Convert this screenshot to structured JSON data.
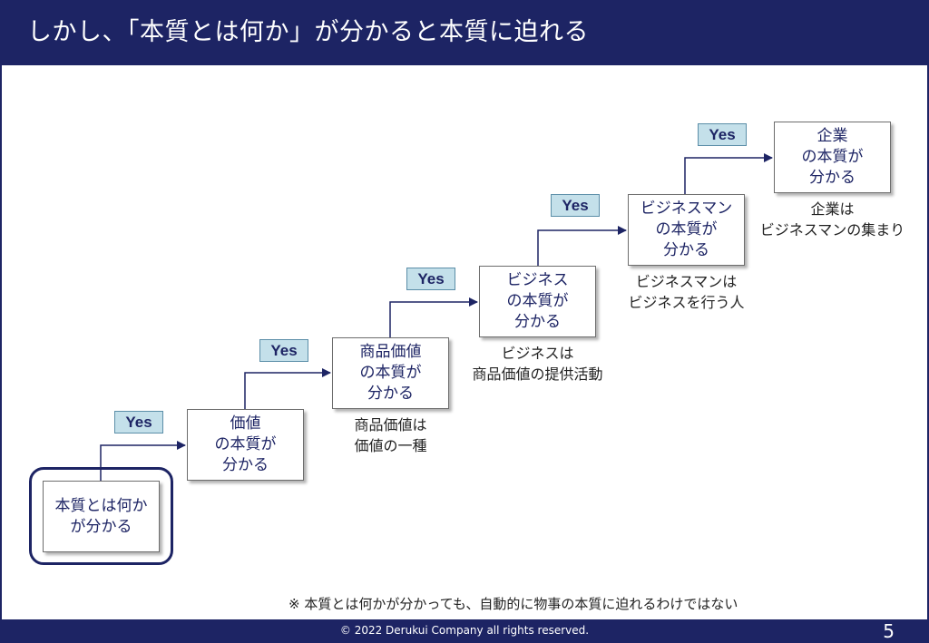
{
  "header": {
    "title": "しかし、「本質とは何か」が分かると本質に迫れる"
  },
  "steps": [
    {
      "lines": [
        "本質とは何か",
        "が分かる"
      ]
    },
    {
      "lines": [
        "価値",
        "の本質が",
        "分かる"
      ]
    },
    {
      "lines": [
        "商品価値",
        "の本質が",
        "分かる"
      ]
    },
    {
      "lines": [
        "ビジネス",
        "の本質が",
        "分かる"
      ]
    },
    {
      "lines": [
        "ビジネスマン",
        "の本質が",
        "分かる"
      ]
    },
    {
      "lines": [
        "企業",
        "の本質が",
        "分かる"
      ]
    }
  ],
  "yes_label": "Yes",
  "notes": [
    {
      "lines": [
        "商品価値は",
        "価値の一種"
      ]
    },
    {
      "lines": [
        "ビジネスは",
        "商品価値の提供活動"
      ]
    },
    {
      "lines": [
        "ビジネスマンは",
        "ビジネスを行う人"
      ]
    },
    {
      "lines": [
        "企業は",
        "ビジネスマンの集まり"
      ]
    }
  ],
  "footnote": "※ 本質とは何かが分かっても、自動的に物事の本質に迫れるわけではない",
  "footer": {
    "copyright": "© 2022 Derukui Company all rights reserved.",
    "page_number": "5"
  },
  "colors": {
    "navy": "#1d2464",
    "yes_fill": "#c4e0ea"
  }
}
